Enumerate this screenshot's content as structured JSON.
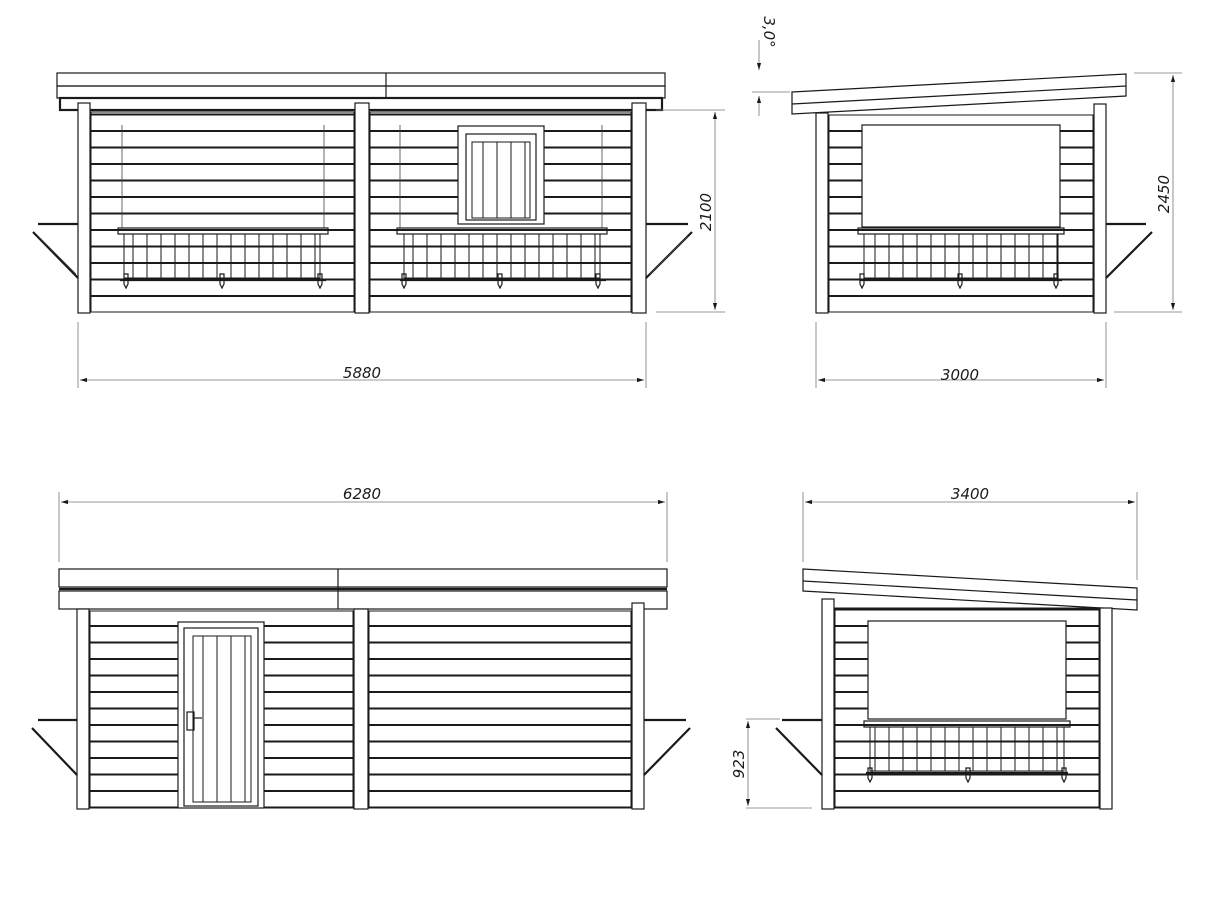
{
  "drawing": {
    "type": "architectural elevation drawing",
    "subject": "market kiosk / stall with fold-down counters",
    "views": [
      {
        "id": "front",
        "position": "top-left",
        "features": [
          "two serving hatches with fold-down counters",
          "small window in right bay",
          "side support struts"
        ],
        "dimensions": {
          "width": "5880",
          "height": "2100"
        }
      },
      {
        "id": "side-right",
        "position": "top-right",
        "features": [
          "serving hatch with fold-down counter",
          "mono-pitch roof"
        ],
        "dimensions": {
          "width": "3000",
          "height": "2450",
          "roof_pitch": "3,0°"
        }
      },
      {
        "id": "rear",
        "position": "bottom-left",
        "features": [
          "entrance door with handle",
          "horizontal cladding"
        ],
        "dimensions": {
          "width": "6280"
        }
      },
      {
        "id": "side-left",
        "position": "bottom-right",
        "features": [
          "serving hatch with fold-down counter",
          "mono-pitch roof"
        ],
        "dimensions": {
          "width": "3400",
          "counter_height": "923"
        }
      }
    ]
  },
  "labels": {
    "front_width": "5880",
    "front_height": "2100",
    "side_width": "3000",
    "side_height": "2450",
    "roof_pitch": "3,0°",
    "rear_width": "6280",
    "side2_width": "3400",
    "counter_height": "923"
  },
  "colors": {
    "line": "#1a1a1a",
    "dimension_line": "#777777",
    "background": "#ffffff"
  }
}
